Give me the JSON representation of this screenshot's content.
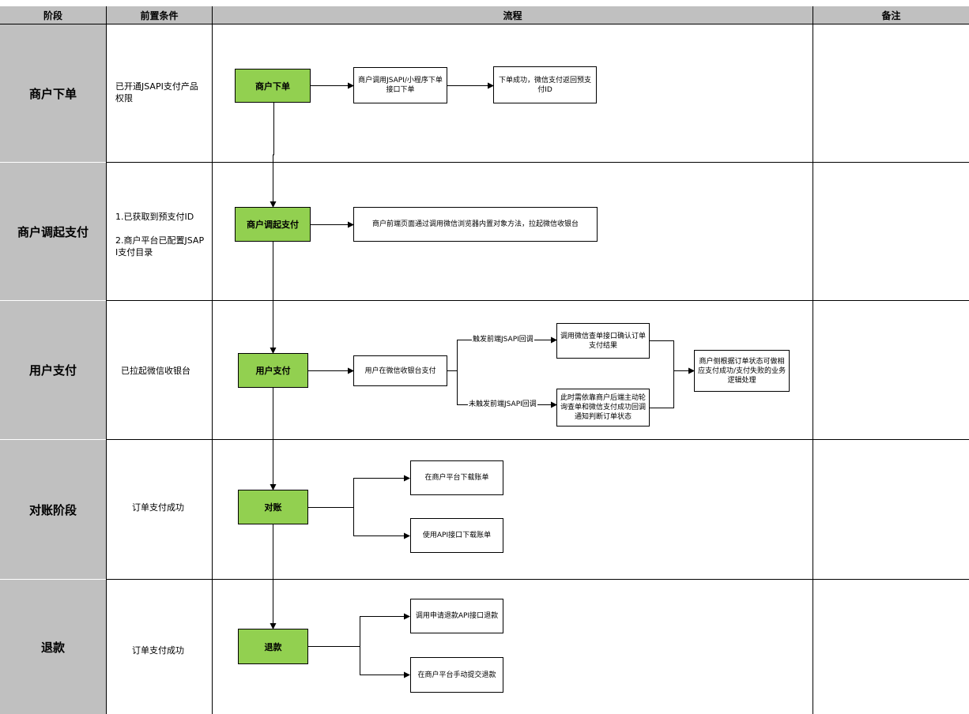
{
  "headers": {
    "stage": "阶段",
    "prereq": "前置条件",
    "flow": "流程",
    "notes": "备注"
  },
  "rows": [
    {
      "stage": "商户下单",
      "prereq": "已开通JSAPI支付产品权限"
    },
    {
      "stage": "商户调起支付",
      "prereq": "1.已获取到预支付ID\n\n2.商户平台已配置JSAPI支付目录"
    },
    {
      "stage": "用户支付",
      "prereq": "已拉起微信收银台"
    },
    {
      "stage": "对账阶段",
      "prereq": "订单支付成功"
    },
    {
      "stage": "退款",
      "prereq": "订单支付成功"
    }
  ],
  "nodes": {
    "order": "商户下单",
    "order_api": "商户调用JSAPI/小程序下单接口下单",
    "prepay": "下单成功，微信支付返回预支付ID",
    "invoke": "商户调起支付",
    "invoke_desc": "商户前端页面通过调用微信浏览器内置对象方法，拉起微信收银台",
    "pay": "用户支付",
    "cashier": "用户在微信收银台支付",
    "query_confirm": "调用微信查单接口确认订单支付结果",
    "poll": "此时需依靠商户后端主动轮询查单和微信支付成功回调通知判断订单状态",
    "handle": "商户侧根据订单状态可做相应支付成功/支付失败的业务逻辑处理",
    "recon": "对账",
    "dl_platform": "在商户平台下载账单",
    "dl_api": "使用API接口下载账单",
    "refund": "退款",
    "refund_api": "调用申请退款API接口退款",
    "refund_manual": "在商户平台手动提交退款"
  },
  "edge_labels": {
    "callback_triggered": "触发前端JSAPI回调",
    "callback_not_triggered": "未触发前端JSAPI回调"
  },
  "colors": {
    "header_bg": "#c0c0c0",
    "stage_bg": "#c0c0c0",
    "step_fill": "#92d050",
    "line": "#000000"
  }
}
